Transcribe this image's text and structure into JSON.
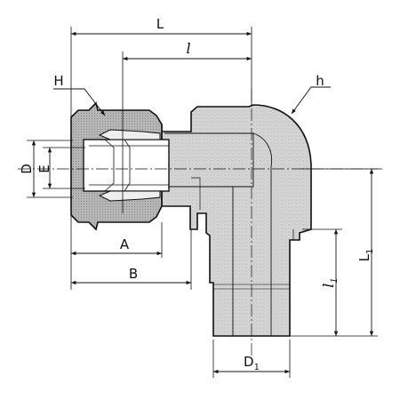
{
  "labels": {
    "L": "L",
    "l": "l",
    "H": "H",
    "h": "h",
    "D": "D",
    "E": "E",
    "A": "A",
    "B": "B",
    "l1_base": "l",
    "l1_sub": "1",
    "L1_base": "L",
    "L1_sub": "1",
    "D1_base": "D",
    "D1_sub": "1"
  },
  "colors": {
    "body_fill": "#d9d9d9",
    "nut_fill": "#bfbfbf",
    "outline": "#111111",
    "background": "#ffffff"
  }
}
